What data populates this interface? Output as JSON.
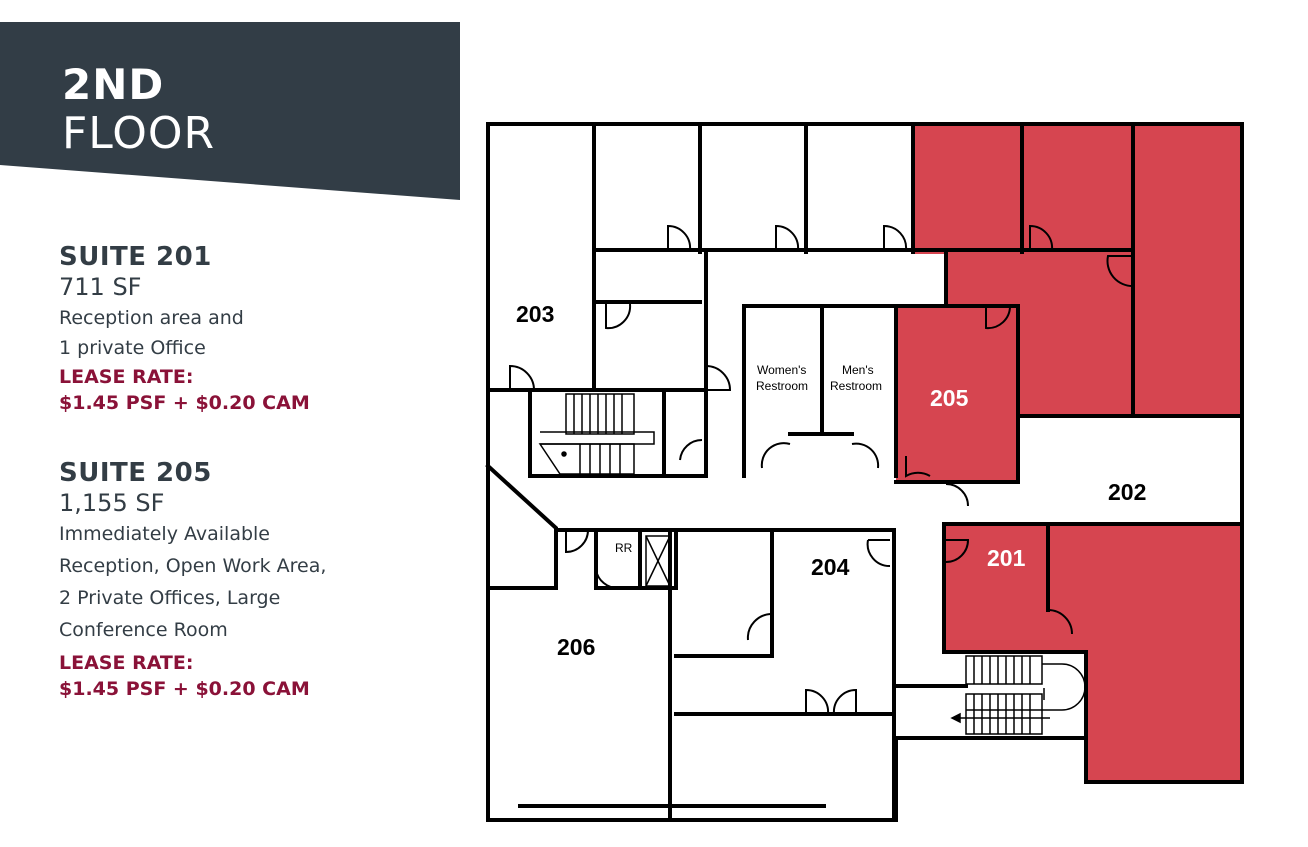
{
  "header": {
    "line1": "2ND",
    "line2": "FLOOR",
    "bg_color": "#323d46"
  },
  "suites": [
    {
      "title": "SUITE 201",
      "sf": "711 SF",
      "description": [
        "Reception area and",
        "1 private Office"
      ],
      "lease_label": "LEASE RATE:",
      "lease_rate": "$1.45 PSF + $0.20 CAM"
    },
    {
      "title": "SUITE 205",
      "sf": "1,155 SF",
      "description": [
        "Immediately Available",
        "Reception, Open Work Area,",
        "2 Private Offices, Large",
        "Conference Room"
      ],
      "lease_label": "LEASE RATE:",
      "lease_rate": "$1.45 PSF + $0.20 CAM"
    }
  ],
  "floorplan": {
    "rooms": {
      "r203": "203",
      "r205": "205",
      "r202": "202",
      "r201": "201",
      "r204": "204",
      "r206": "206"
    },
    "womens_restroom": [
      "Women's",
      "Restroom"
    ],
    "mens_restroom": [
      "Men's",
      "Restroom"
    ],
    "rr": "RR",
    "available_color": "#d64550"
  }
}
